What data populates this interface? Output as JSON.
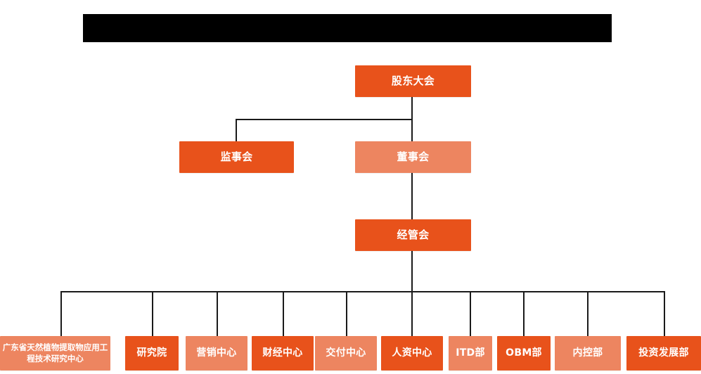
{
  "page": {
    "title_bar": {
      "name": "redacted-title-bar",
      "text": "",
      "color": "#000000"
    },
    "background": "#ffffff",
    "line_color": "#1a1a1a"
  },
  "colors": {
    "dark_orange": "#E8521B",
    "light_orange": "#ED8560",
    "text": "#ffffff"
  },
  "chart_data": {
    "type": "diagram",
    "subtype": "organization-chart",
    "title": "",
    "levels": [
      {
        "level": 1,
        "nodes": [
          {
            "label": "股东大会",
            "shade": "dark"
          }
        ]
      },
      {
        "level": 2,
        "nodes": [
          {
            "label": "监事会",
            "shade": "dark"
          },
          {
            "label": "董事会",
            "shade": "light"
          }
        ]
      },
      {
        "level": 3,
        "nodes": [
          {
            "label": "经管会",
            "shade": "dark"
          }
        ]
      },
      {
        "level": 4,
        "nodes": [
          {
            "label": "广东省天然植物提取物应用工程技术研究中心",
            "shade": "light"
          },
          {
            "label": "研究院",
            "shade": "dark"
          },
          {
            "label": "营销中心",
            "shade": "light"
          },
          {
            "label": "财经中心",
            "shade": "dark"
          },
          {
            "label": "交付中心",
            "shade": "light"
          },
          {
            "label": "人资中心",
            "shade": "dark"
          },
          {
            "label": "ITD部",
            "shade": "light"
          },
          {
            "label": "OBM部",
            "shade": "dark"
          },
          {
            "label": "内控部",
            "shade": "light"
          },
          {
            "label": "投资发展部",
            "shade": "dark"
          }
        ]
      }
    ],
    "edges": [
      {
        "from": "股东大会",
        "to": "监事会"
      },
      {
        "from": "股东大会",
        "to": "董事会"
      },
      {
        "from": "董事会",
        "to": "经管会"
      },
      {
        "from": "经管会",
        "to": "广东省天然植物提取物应用工程技术研究中心"
      },
      {
        "from": "经管会",
        "to": "研究院"
      },
      {
        "from": "经管会",
        "to": "营销中心"
      },
      {
        "from": "经管会",
        "to": "财经中心"
      },
      {
        "from": "经管会",
        "to": "交付中心"
      },
      {
        "from": "经管会",
        "to": "人资中心"
      },
      {
        "from": "经管会",
        "to": "ITD部"
      },
      {
        "from": "经管会",
        "to": "OBM部"
      },
      {
        "from": "经管会",
        "to": "内控部"
      },
      {
        "from": "经管会",
        "to": "投资发展部"
      }
    ]
  },
  "nodes": {
    "shareholders_meeting": "股东大会",
    "board_of_supervisors": "监事会",
    "board_of_directors": "董事会",
    "management_committee": "经管会",
    "leaf_1": "广东省天然植物提取物应用工程技术研究中心",
    "leaf_2": "研究院",
    "leaf_3": "营销中心",
    "leaf_4": "财经中心",
    "leaf_5": "交付中心",
    "leaf_6": "人资中心",
    "leaf_7": "ITD部",
    "leaf_8": "OBM部",
    "leaf_9": "内控部",
    "leaf_10": "投资发展部"
  }
}
